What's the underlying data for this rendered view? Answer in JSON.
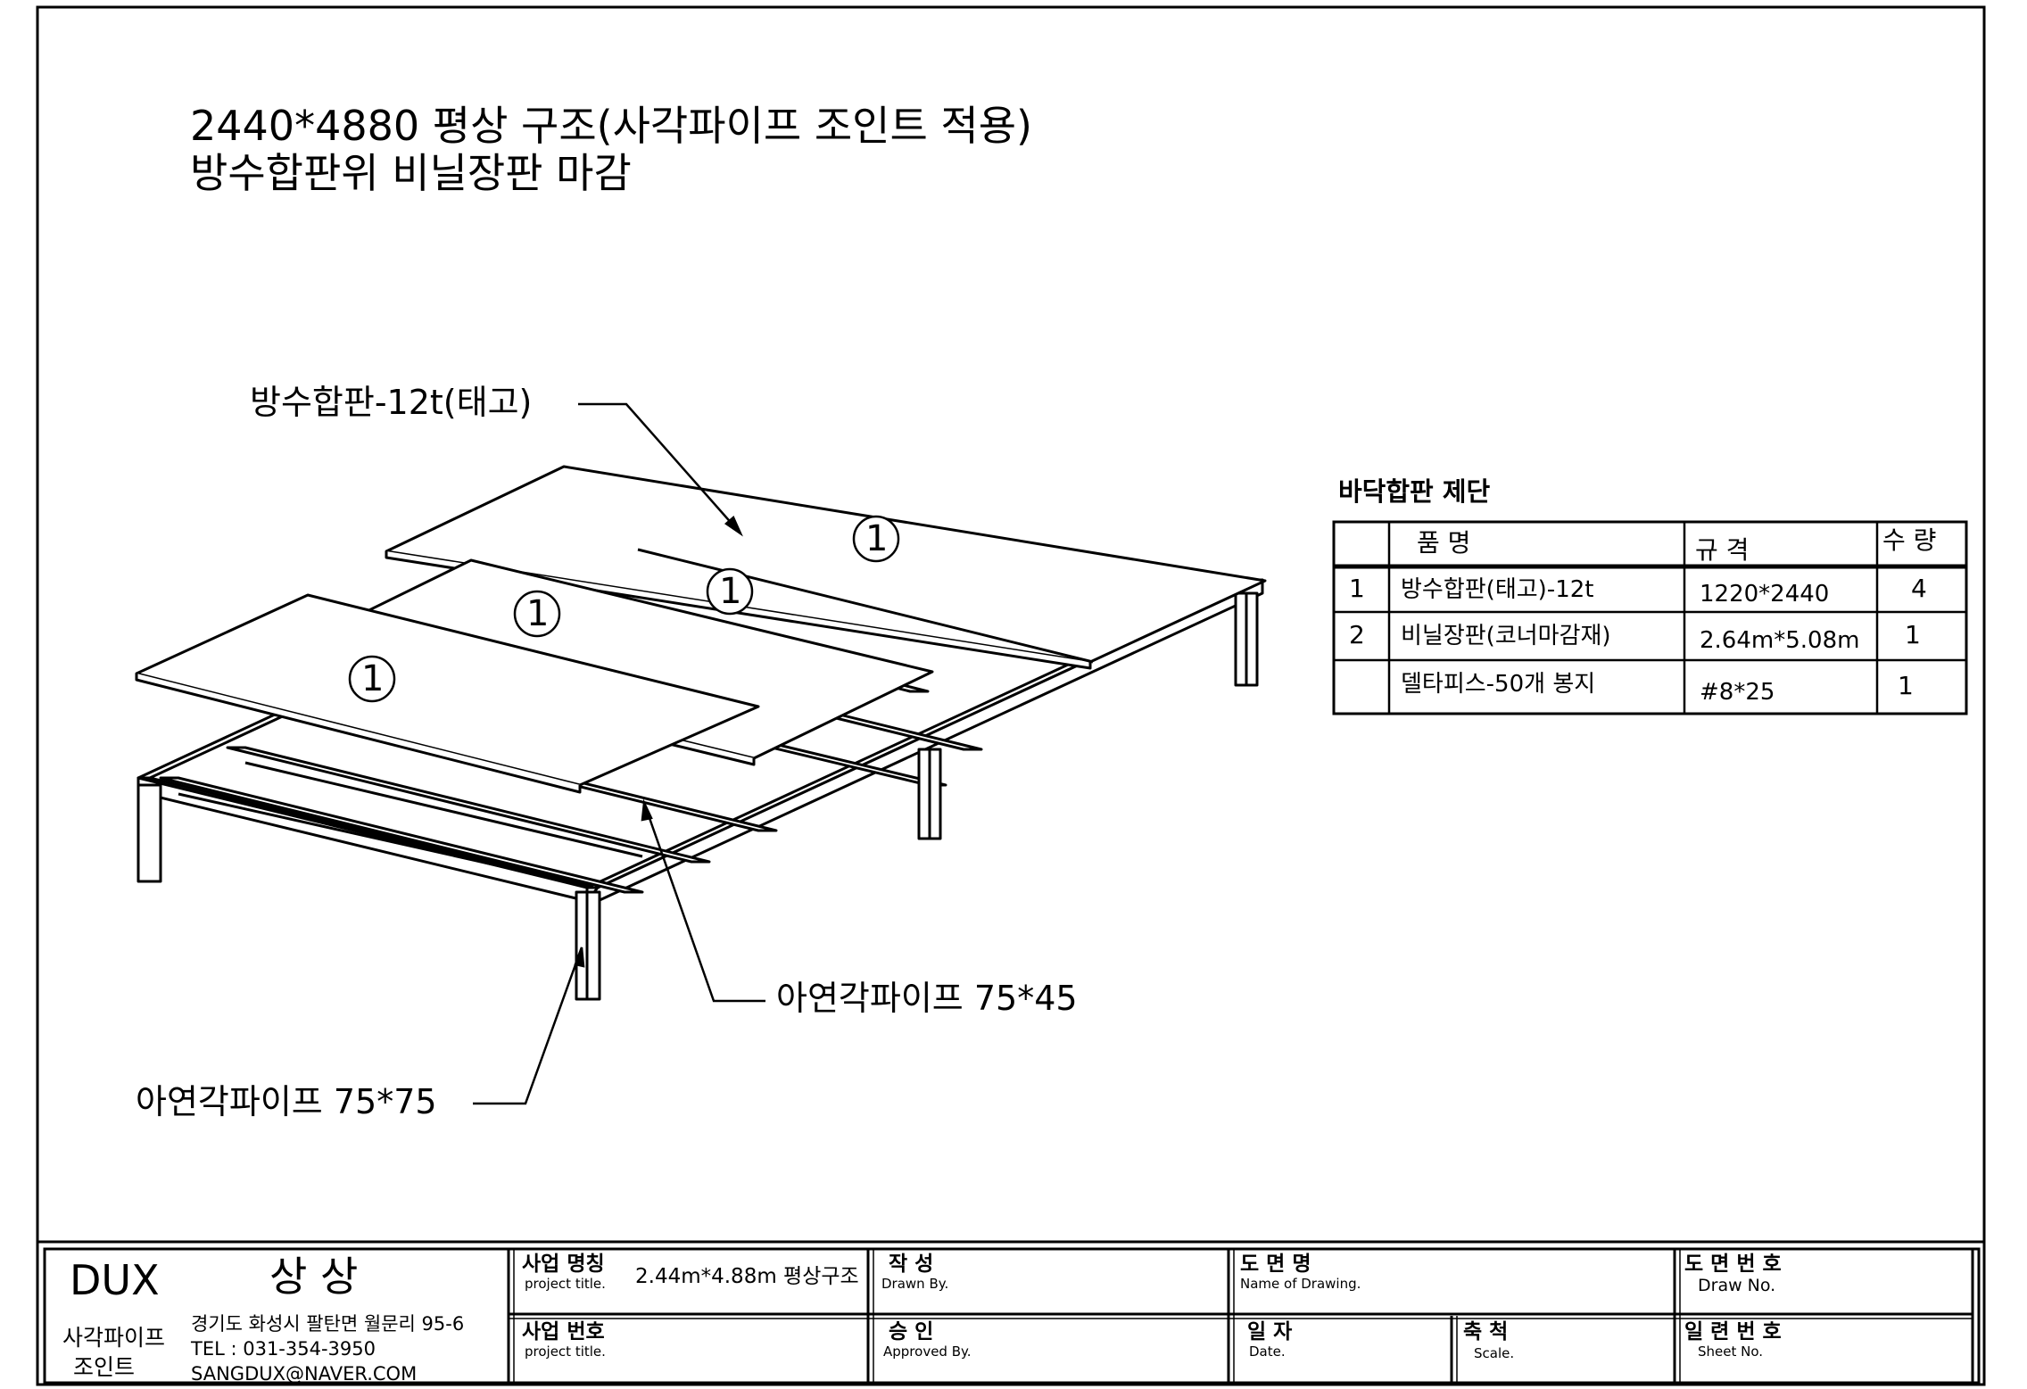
{
  "title": {
    "line1": "2440*4880 평상 구조(사각파이프 조인트 적용)",
    "line2": "방수합판위 비닐장판 마감"
  },
  "callouts": {
    "plywood": "방수합판-12t(태고)",
    "pipe_75x45": "아연각파이프 75*45",
    "pipe_75x75": "아연각파이프 75*75"
  },
  "balloons": [
    "1",
    "1",
    "1",
    "1"
  ],
  "cut_table": {
    "title": "바닥합판 제단",
    "headers": {
      "name": "품        명",
      "spec": "규    격",
      "qty": "수   량"
    },
    "rows": [
      {
        "no": "1",
        "name": "방수합판(태고)-12t",
        "spec": "1220*2440",
        "qty": "4"
      },
      {
        "no": "2",
        "name": "비닐장판(코너마감재)",
        "spec": "2.64m*5.08m",
        "qty": "1"
      },
      {
        "no": "",
        "name": "델타피스-50개 봉지",
        "spec": "#8*25",
        "qty": "1"
      }
    ]
  },
  "title_block": {
    "brand": "DUX",
    "company": "상 상",
    "product_line1": "사각파이프",
    "product_line2": "조인트",
    "address": "경기도 화성시 팔탄면 월문리 95-6",
    "tel": "TEL : 031-354-3950",
    "email": "SANGDUX@NAVER.COM",
    "project_name_ko": "사업 명칭",
    "project_name_en": "project title.",
    "project_name_value": "2.44m*4.88m 평상구조",
    "project_no_ko": "사업 번호",
    "project_no_en": "project title.",
    "drawn_ko": "작    성",
    "drawn_en": "Drawn By.",
    "approved_ko": "승    인",
    "approved_en": "Approved By.",
    "drawing_name_ko": "도  면  명",
    "drawing_name_en": "Name of Drawing.",
    "date_ko": "일    자",
    "date_en": "Date.",
    "scale_ko": "축    척",
    "scale_en": "Scale.",
    "draw_no_ko": "도 면 번 호",
    "draw_no_en": "Draw No.",
    "sheet_no_ko": "일 련 번 호",
    "sheet_no_en": "Sheet No."
  }
}
